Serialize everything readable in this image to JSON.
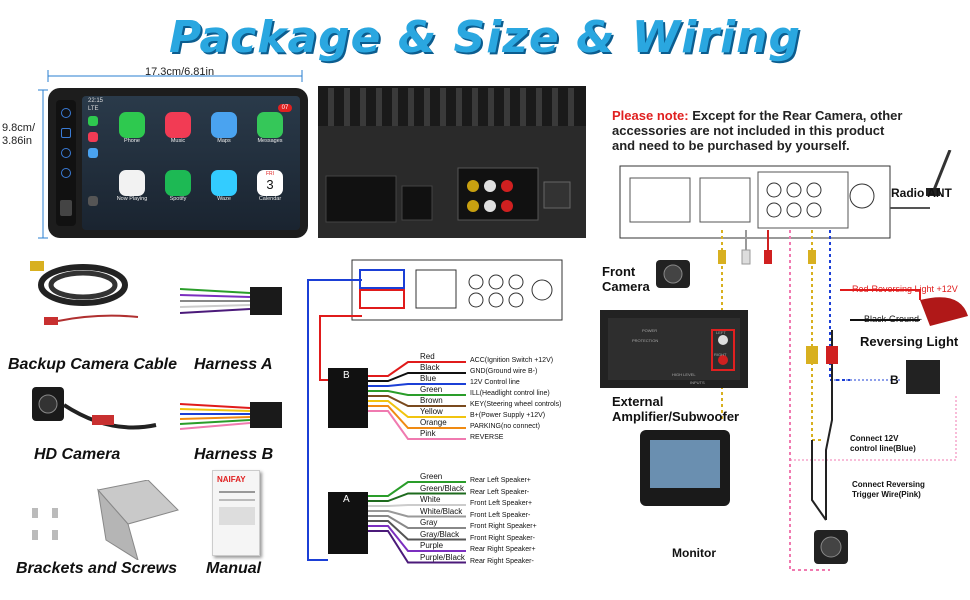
{
  "title": "Package & Size & Wiring",
  "dimensions": {
    "width": "17.3cm/6.81in",
    "height": "9.8cm/\n3.86in"
  },
  "radio_apps": [
    {
      "name": "Phone",
      "color": "#2ec94f"
    },
    {
      "name": "Music",
      "color": "#f23b54"
    },
    {
      "name": "Maps",
      "color": "#4aa3f0"
    },
    {
      "name": "Messages",
      "color": "#35c759"
    },
    {
      "name": "Now Playing",
      "color": "#f2f2f2"
    },
    {
      "name": "Spotify",
      "color": "#1db954"
    },
    {
      "name": "Waze",
      "color": "#33ccff"
    },
    {
      "name": "Calendar",
      "color": "#ffffff"
    }
  ],
  "radio_status": {
    "time": "22:15",
    "signal": "LTE",
    "badge": "07",
    "calendar_day": "FRI",
    "calendar_date": "3"
  },
  "accessories": {
    "backup_camera_cable": "Backup Camera Cable",
    "harness_a": "Harness A",
    "hd_camera": "HD Camera",
    "harness_b": "Harness B",
    "brackets": "Brackets and Screws",
    "manual": "Manual",
    "manual_brand": "NAIFAY"
  },
  "harness_b": {
    "label": "B",
    "wires": [
      {
        "color": "Red",
        "desc": "ACC(Ignition Switch +12V)",
        "hex": "#e01b1b"
      },
      {
        "color": "Black",
        "desc": "GND(Ground wire B-)",
        "hex": "#111111"
      },
      {
        "color": "Blue",
        "desc": "12V Control line",
        "hex": "#1b3fd6"
      },
      {
        "color": "Green",
        "desc": "ILL(Headlight control line)",
        "hex": "#2a9d2a"
      },
      {
        "color": "Brown",
        "desc": "KEY(Steering wheel controls)",
        "hex": "#7a4a1e"
      },
      {
        "color": "Yellow",
        "desc": "B+(Power Supply +12V)",
        "hex": "#f1c40f"
      },
      {
        "color": "Orange",
        "desc": "PARKING(no connect)",
        "hex": "#f08a12"
      },
      {
        "color": "Pink",
        "desc": "REVERSE",
        "hex": "#f07ab0"
      }
    ]
  },
  "harness_a": {
    "label": "A",
    "wires": [
      {
        "color": "Green",
        "desc": "Rear Left Speaker+",
        "hex": "#2a9d2a"
      },
      {
        "color": "Green/Black",
        "desc": "Rear Left Speaker-",
        "hex": "#1e6b1e"
      },
      {
        "color": "White",
        "desc": "Front Left Speaker+",
        "hex": "#cccccc"
      },
      {
        "color": "White/Black",
        "desc": "Front Left Speaker-",
        "hex": "#999999"
      },
      {
        "color": "Gray",
        "desc": "Front Right Speaker+",
        "hex": "#888888"
      },
      {
        "color": "Gray/Black",
        "desc": "Front Right Speaker-",
        "hex": "#555555"
      },
      {
        "color": "Purple",
        "desc": "Rear Right Speaker+",
        "hex": "#7b2fbf"
      },
      {
        "color": "Purple/Black",
        "desc": "Rear Right Speaker-",
        "hex": "#4b1a7a"
      }
    ]
  },
  "note": {
    "lead": "Please note:",
    "line1": " Except for the Rear Camera, other",
    "line2": "accessories are not included in this product",
    "line3": "and need to be purchased by yourself."
  },
  "labels": {
    "radio_ant": "Radio ANT",
    "front_camera": "Front\nCamera",
    "external_amp": "External\nAmplifier/Subwoofer",
    "monitor": "Monitor",
    "red_reversing": "Red-Reversing Light +12V",
    "black_ground": "Black-Ground-",
    "reversing_light": "Reversing Light",
    "b_label": "B",
    "connect_12v": "Connect 12V\ncontrol line(Blue)",
    "connect_reversing": "Connect Reversing\nTrigger Wire(Pink)",
    "amp_power": "POWER",
    "amp_protection": "PROTECTION",
    "amp_high_level": "HIGH LEVEL",
    "amp_inputs": "INPUTS",
    "amp_left": "LEFT",
    "amp_right": "RIGHT"
  }
}
